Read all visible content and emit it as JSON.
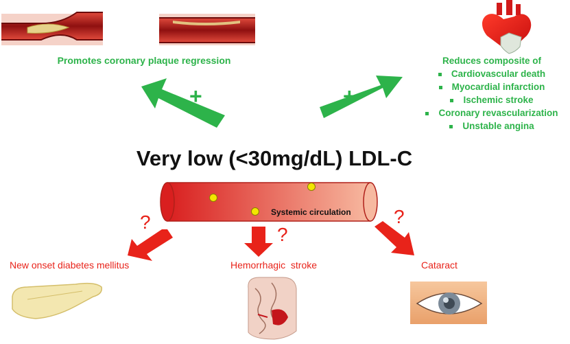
{
  "plaque": {
    "label": "Promotes coronary plaque regression"
  },
  "effects": {
    "title": "Reduces composite of",
    "items": [
      "Cardiovascular death",
      "Myocardial infarction",
      "Ischemic stroke",
      "Coronary revascularization",
      "Unstable angina"
    ]
  },
  "main": {
    "title": "Very low (<30mg/dL) LDL-C"
  },
  "circulation": {
    "label": "Systemic circulation"
  },
  "signs": {
    "plus": "+",
    "question": "?"
  },
  "risks": {
    "diabetes": "New onset diabetes mellitus",
    "stroke": "Hemorrhagic  stroke",
    "cataract": "Cataract"
  },
  "colors": {
    "benefit_green": "#2db34a",
    "risk_red": "#e8231a",
    "vessel_red": "#d91f1f",
    "vessel_light": "#f7b9a0",
    "lipid_yellow": "#f3e600"
  },
  "icons": {
    "artery_before": "artery-plaque-icon",
    "artery_after": "artery-regressed-icon",
    "heart": "heart-shield-icon",
    "pancreas": "pancreas-icon",
    "brain": "brain-hemorrhage-icon",
    "eye": "eye-cataract-icon"
  }
}
